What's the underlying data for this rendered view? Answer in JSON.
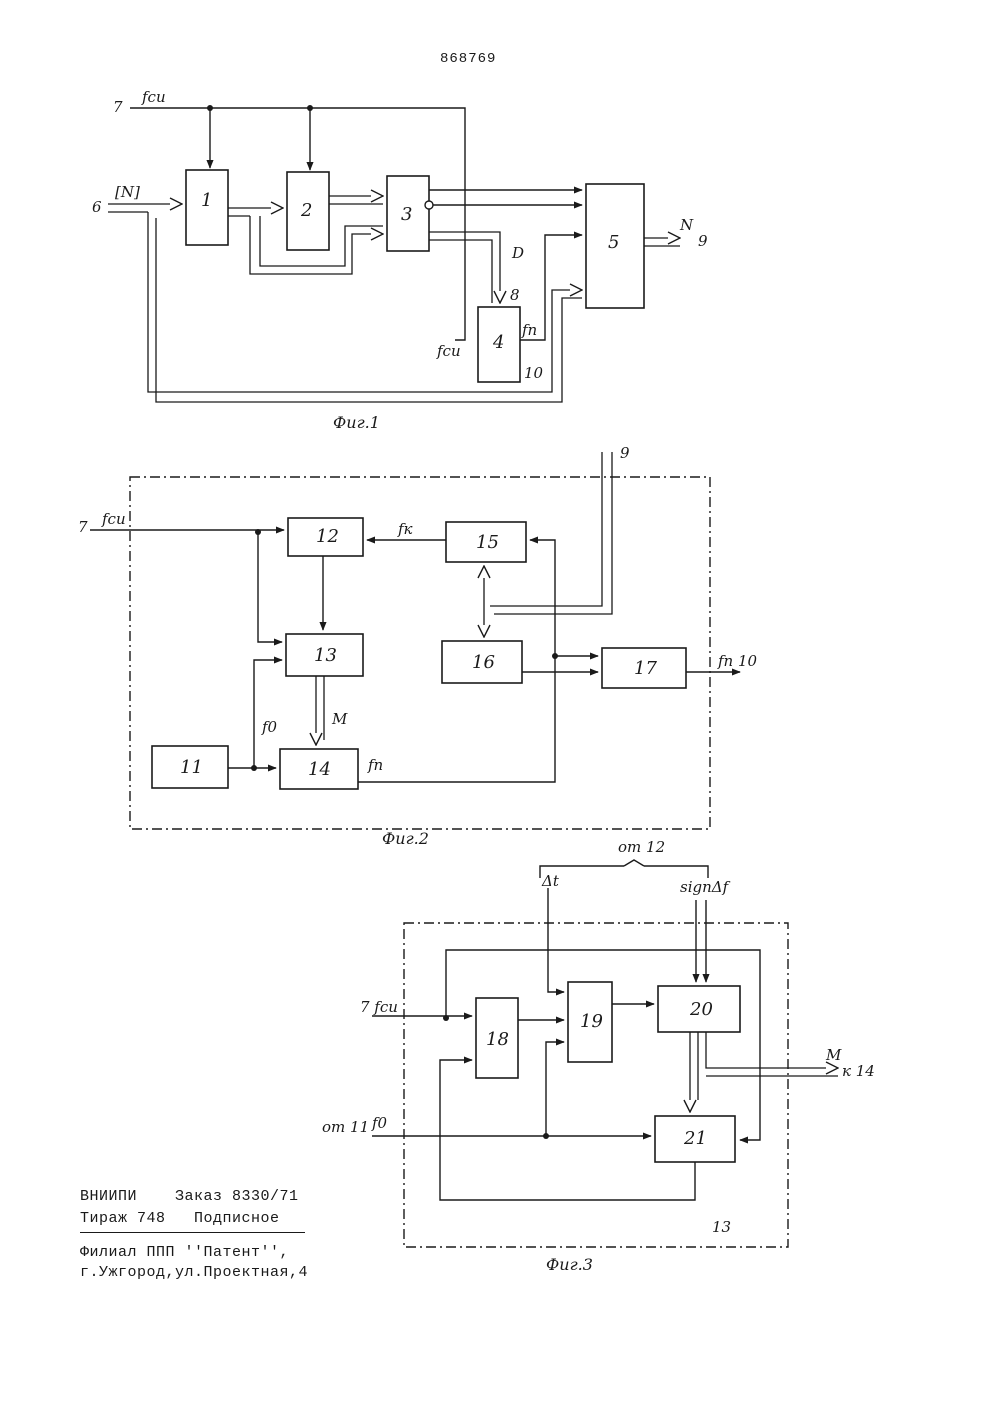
{
  "doc_number": "868769",
  "fig1": {
    "caption": "Фиг.1",
    "blocks": [
      "1",
      "2",
      "3",
      "4",
      "5"
    ],
    "labels": {
      "in7": "7",
      "fsi": "fси",
      "in6": "6",
      "N_bus": "[N]",
      "out_N": "N",
      "out9": "9",
      "D": "D",
      "n8": "8",
      "fsi4": "fси",
      "fp": "fп",
      "n10": "10"
    }
  },
  "fig2": {
    "caption": "Фиг.2",
    "blocks": [
      "11",
      "12",
      "13",
      "14",
      "15",
      "16",
      "17"
    ],
    "labels": {
      "in7": "7",
      "fsi": "fси",
      "in9": "9",
      "fk": "fк",
      "fp_out": "fп 10",
      "f0": "f0",
      "M": "М",
      "fp": "fп"
    }
  },
  "fig3": {
    "caption": "Фиг.3",
    "blocks": [
      "18",
      "19",
      "20",
      "21"
    ],
    "labels": {
      "ot12": "от 12",
      "dt": "Δt",
      "signdf": "signΔf",
      "in7": "7 fси",
      "ot11": "от 11",
      "f0": "f0",
      "M": "М",
      "k14": "к 14",
      "n13": "13"
    }
  },
  "footer": {
    "line1": "ВНИИПИ    Заказ 8330/71",
    "line2": "Тираж 748   Подписное",
    "line3": "Филиал ППП ''Патент'',",
    "line4": "г.Ужгород,ул.Проектная,4"
  }
}
